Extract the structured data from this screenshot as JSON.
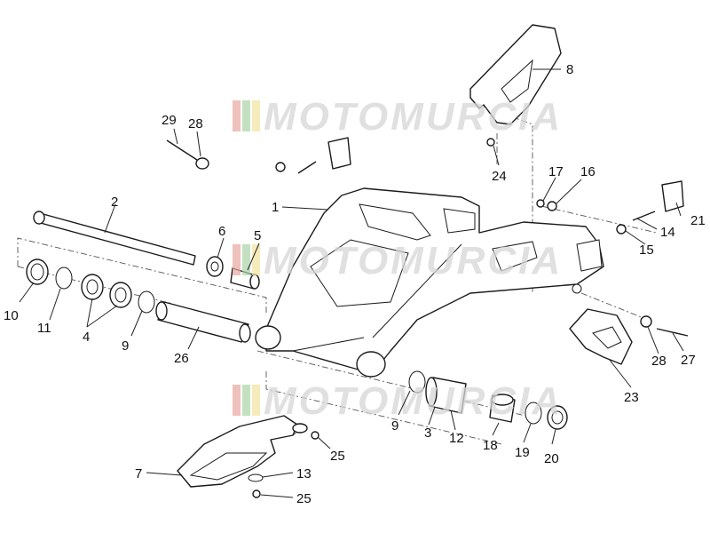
{
  "diagram": {
    "callouts": [
      {
        "id": "c29a",
        "label": "29"
      },
      {
        "id": "c28a",
        "label": "28"
      },
      {
        "id": "c8",
        "label": "8"
      },
      {
        "id": "c24",
        "label": "24"
      },
      {
        "id": "c2",
        "label": "2"
      },
      {
        "id": "c1",
        "label": "1"
      },
      {
        "id": "c17",
        "label": "17"
      },
      {
        "id": "c16",
        "label": "16"
      },
      {
        "id": "c21",
        "label": "21"
      },
      {
        "id": "c14",
        "label": "14"
      },
      {
        "id": "c15",
        "label": "15"
      },
      {
        "id": "c6",
        "label": "6"
      },
      {
        "id": "c5",
        "label": "5"
      },
      {
        "id": "c10",
        "label": "10"
      },
      {
        "id": "c11",
        "label": "11"
      },
      {
        "id": "c4",
        "label": "4"
      },
      {
        "id": "c9a",
        "label": "9"
      },
      {
        "id": "c26",
        "label": "26"
      },
      {
        "id": "c28b",
        "label": "28"
      },
      {
        "id": "c27",
        "label": "27"
      },
      {
        "id": "c23",
        "label": "23"
      },
      {
        "id": "c9b",
        "label": "9"
      },
      {
        "id": "c3",
        "label": "3"
      },
      {
        "id": "c12",
        "label": "12"
      },
      {
        "id": "c18",
        "label": "18"
      },
      {
        "id": "c19",
        "label": "19"
      },
      {
        "id": "c20",
        "label": "20"
      },
      {
        "id": "c25a",
        "label": "25"
      },
      {
        "id": "c7",
        "label": "7"
      },
      {
        "id": "c13",
        "label": "13"
      },
      {
        "id": "c25b",
        "label": "25"
      }
    ],
    "watermark": {
      "text": "MOTOMURCIA"
    },
    "colors": {
      "line": "#1a1a1a",
      "watermark_red": "#e8a7a0",
      "watermark_green": "#a9d3a6",
      "watermark_yellow": "#f2e29c"
    }
  }
}
